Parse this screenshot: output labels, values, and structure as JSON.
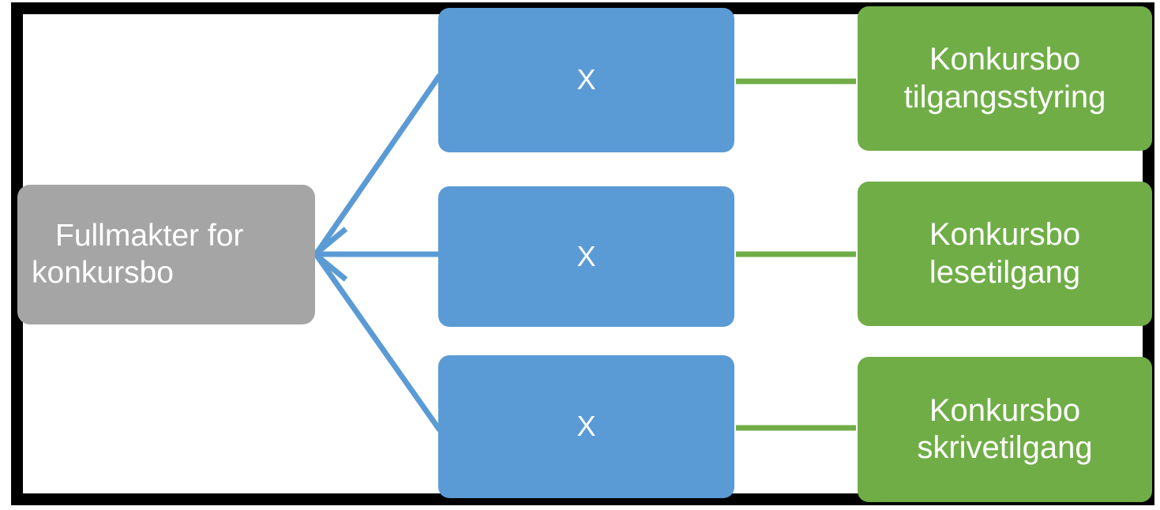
{
  "diagram": {
    "title": "Fullmakter for konkursbo",
    "colors": {
      "root_fill": "#A5A5A5",
      "middle_fill": "#5B9BD5",
      "leaf_fill": "#70AD47",
      "frame_border": "#000000",
      "text": "#FFFFFF",
      "blue_connector": "#5B9BD5",
      "green_connector": "#70AD47"
    },
    "root": {
      "label": "Fullmakter for konkursbo"
    },
    "middle_nodes": [
      {
        "label": "X"
      },
      {
        "label": "X"
      },
      {
        "label": "X"
      }
    ],
    "leaf_nodes": [
      {
        "label": "Konkursbo tilgangsstyring"
      },
      {
        "label": "Konkursbo lesetilgang"
      },
      {
        "label": "Konkursbo skrivetilgang"
      }
    ],
    "connectors": {
      "root_to_middle": [
        {
          "from": "root",
          "to": "middle-1",
          "style": "line-with-arrowhead"
        },
        {
          "from": "root",
          "to": "middle-2",
          "style": "line-with-arrowhead"
        },
        {
          "from": "root",
          "to": "middle-3",
          "style": "line-with-arrowhead"
        }
      ],
      "middle_to_leaf": [
        {
          "from": "middle-1",
          "to": "leaf-1",
          "style": "line"
        },
        {
          "from": "middle-2",
          "to": "leaf-2",
          "style": "line"
        },
        {
          "from": "middle-3",
          "to": "leaf-3",
          "style": "line"
        }
      ]
    }
  }
}
